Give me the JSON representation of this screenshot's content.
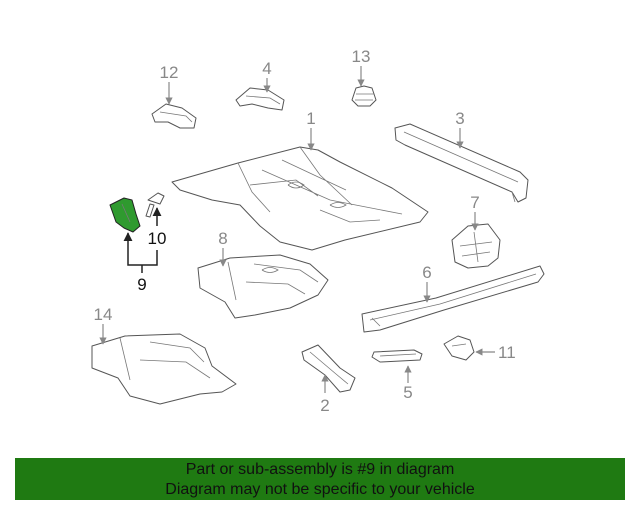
{
  "callouts": [
    {
      "id": "1",
      "label": "1"
    },
    {
      "id": "2",
      "label": "2"
    },
    {
      "id": "3",
      "label": "3"
    },
    {
      "id": "4",
      "label": "4"
    },
    {
      "id": "5",
      "label": "5"
    },
    {
      "id": "6",
      "label": "6"
    },
    {
      "id": "7",
      "label": "7"
    },
    {
      "id": "8",
      "label": "8"
    },
    {
      "id": "9",
      "label": "9"
    },
    {
      "id": "10",
      "label": "10"
    },
    {
      "id": "11",
      "label": "11"
    },
    {
      "id": "12",
      "label": "12"
    },
    {
      "id": "13",
      "label": "13"
    },
    {
      "id": "14",
      "label": "14"
    }
  ],
  "highlight_color": "#2f9a2f",
  "banner": {
    "line1": "Part or sub-assembly is #9 in diagram",
    "line2": "Diagram may not be specific to your vehicle",
    "color": "#1f7a12"
  }
}
